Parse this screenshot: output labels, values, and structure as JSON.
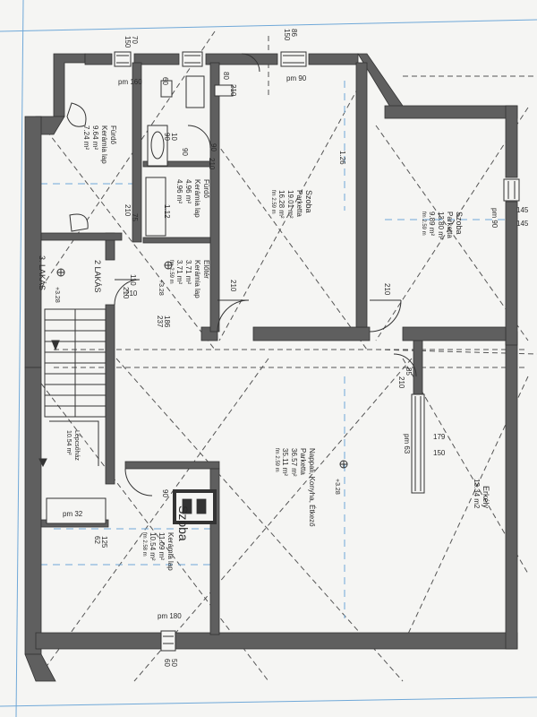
{
  "drawing": {
    "wall_color": "#5f5f5f",
    "line_color": "#333333",
    "dash_color": "#555555",
    "accent_color": "#6fa8d8",
    "paper_color": "#f5f5f3"
  },
  "dimensions": {
    "d1": "70",
    "d2": "150",
    "d3": "86",
    "d4": "150",
    "d5": "145",
    "d6": "145",
    "d7": "179",
    "d8": "150",
    "d9": "50",
    "d10": "60",
    "d11": "62",
    "d12": "125",
    "d13": "110",
    "d14": "210",
    "d15": "210",
    "d16": "210",
    "d17": "210",
    "d18": "210",
    "d19": "90",
    "d20": "90",
    "d21": "75",
    "d22": "210",
    "d23": "237",
    "d24": "186",
    "d25": "85",
    "d26": "210",
    "d27": "90",
    "d28": "80",
    "d29": "10",
    "d30": "90",
    "d31": "1.12",
    "d32": "1.26",
    "d33": "60"
  },
  "window_marks": {
    "w1": "pm 160",
    "w2": "pm 90",
    "w3": "pm 90",
    "w4": "pm 63",
    "w5": "pm 32",
    "w6": "pm 180"
  },
  "rooms": {
    "furdo1": {
      "name": "Fürdő",
      "floor": "Kerámia lap",
      "area1": "9.64 m²",
      "area2": "7.24 m²"
    },
    "furdo2": {
      "name": "Fürdő",
      "floor": "Kerámia lap",
      "area1": "4.96 m²",
      "area2": "4.96 m²"
    },
    "szoba1": {
      "name": "Szoba",
      "floor": "Parketta",
      "area1": "19.01 m²",
      "area2": "16.28 m²",
      "height": "fm 2.59 m"
    },
    "szoba2": {
      "name": "Szoba",
      "floor": "Parketta",
      "area1": "13.80 m²",
      "area2": "9.89 m²",
      "height": "fm 2.59 m"
    },
    "eloter": {
      "name": "Előtér",
      "floor": "Kerámia lap",
      "area1": "3.71 m²",
      "area2": "3.71 m²",
      "height": "fm 2.59 m"
    },
    "nappali": {
      "name": "Nappali, Konyha, Étkező",
      "floor": "Parketta",
      "area1": "36.57 m²",
      "area2": "35.11 m²",
      "height": "fm 2.59 m"
    },
    "szoba3": {
      "name": "Szoba",
      "floor": "Kerámia lap",
      "area1": "11.09 m²",
      "area2": "10.54 m²",
      "height": "fm 2.58 m"
    },
    "erkely": {
      "name": "Erkély",
      "area": "13.34 m2"
    },
    "lakas": {
      "name": "2 LAKÁS",
      "value": "210"
    },
    "lakas3": {
      "name": "3. LAKÁS"
    },
    "lepcso": {
      "name": "Lépcsőház",
      "area": "10.54 m²"
    }
  },
  "levels": {
    "l1": "+3.28",
    "l2": "+3.28",
    "l3": "+3.28"
  }
}
